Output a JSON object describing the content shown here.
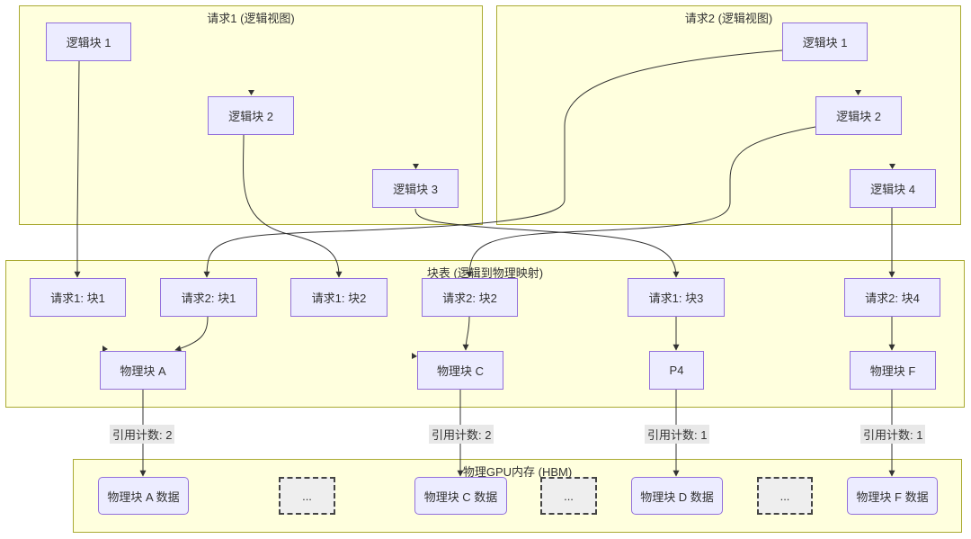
{
  "clusters": {
    "req1": "请求1 (逻辑视图)",
    "req2": "请求2 (逻辑视图)",
    "table": "块表 (逻辑到物理映射)",
    "hbm": "物理GPU内存 (HBM)"
  },
  "req1": {
    "lb1": "逻辑块 1",
    "lb2": "逻辑块 2",
    "lb3": "逻辑块 3"
  },
  "req2": {
    "lb1": "逻辑块 1",
    "lb2": "逻辑块 2",
    "lb4": "逻辑块 4"
  },
  "table": {
    "r1b1": "请求1: 块1",
    "r2b1": "请求2: 块1",
    "r1b2": "请求1: 块2",
    "r2b2": "请求2: 块2",
    "r1b3": "请求1: 块3",
    "r2b4": "请求2: 块4",
    "pa": "物理块 A",
    "pc": "物理块 C",
    "p4": "P4",
    "pf": "物理块 F"
  },
  "edge_labels": {
    "a": "引用计数: 2",
    "c": "引用计数: 2",
    "p4": "引用计数: 1",
    "f": "引用计数: 1"
  },
  "hbm": {
    "a": "物理块 A 数据",
    "gap1": "...",
    "c": "物理块 C 数据",
    "gap2": "...",
    "d": "物理块 D 数据",
    "gap3": "...",
    "f": "物理块 F 数据"
  }
}
